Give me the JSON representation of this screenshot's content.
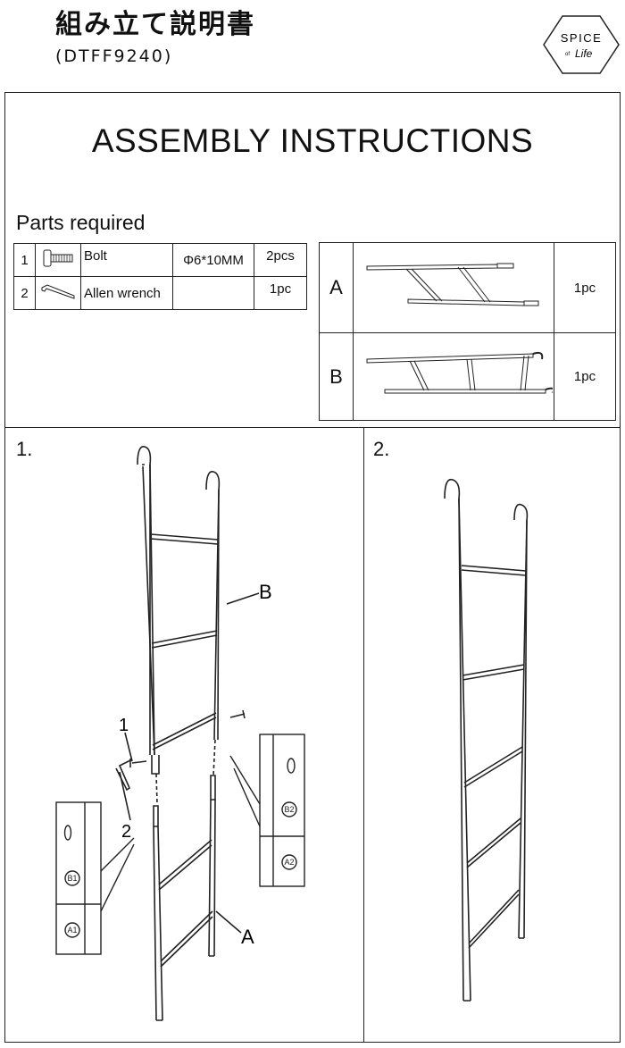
{
  "header": {
    "jp_title": "組み立て説明書",
    "model": "(DTFF9240)"
  },
  "logo": {
    "line1": "SPICE",
    "line2": "of",
    "line3": "Life"
  },
  "title": "ASSEMBLY INSTRUCTIONS",
  "parts": {
    "heading": "Parts required",
    "rows": [
      {
        "no": "1",
        "name": "Bolt",
        "size": "Φ6*10MM",
        "qty": "2pcs",
        "icon": "bolt-icon"
      },
      {
        "no": "2",
        "name": "Allen wrench",
        "size": "",
        "qty": "1pc",
        "icon": "allen-wrench-icon"
      }
    ]
  },
  "components": [
    {
      "letter": "A",
      "qty": "1pc"
    },
    {
      "letter": "B",
      "qty": "1pc"
    }
  ],
  "steps": [
    {
      "number": "1.",
      "labels": {
        "b": "B",
        "a": "A",
        "one": "1",
        "two": "2",
        "b1": "B1",
        "a1": "A1",
        "b2": "B2",
        "a2": "A2"
      }
    },
    {
      "number": "2."
    }
  ]
}
